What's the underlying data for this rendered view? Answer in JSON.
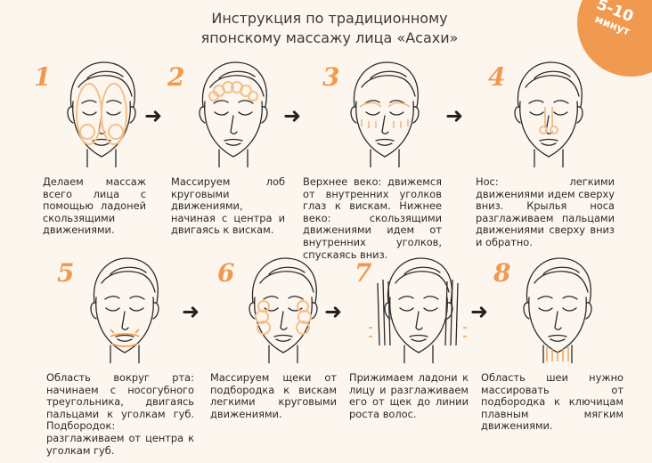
{
  "title": {
    "line1": "Инструкция по традиционному",
    "line2": "японскому массажу лица «Асахи»"
  },
  "badge": {
    "number": "5-10",
    "unit": "минут"
  },
  "colors": {
    "accent": "#ef9a4f",
    "ink": "#2a2a2a",
    "background": "#fdf6ef"
  },
  "steps": [
    {
      "num": "1",
      "text": "Делаем массаж всего лица с помощью ладоней скользящими движениями."
    },
    {
      "num": "2",
      "text": "Массируем лоб круговыми движениями, начиная с центра и двигаясь к вискам."
    },
    {
      "num": "3",
      "text": "Верхнее веко: движемся от внутренних уголков глаз к вискам. Нижнее веко: скользящими движениями идем от внутренних уголков, спускаясь вниз."
    },
    {
      "num": "4",
      "text": "Нос: легкими движениями идем сверху вниз. Крылья носа разглаживаем пальцами движениями сверху вниз и обратно."
    },
    {
      "num": "5",
      "text": "Область вокруг рта: начинаем с носогубного треугольника, двигаясь пальцами к уголкам губ. Подбородок: разглаживаем от центра к уголкам губ."
    },
    {
      "num": "6",
      "text": "Массируем щеки от подбородка к вискам легкими круговыми движениями."
    },
    {
      "num": "7",
      "text": "Прижимаем ладони к лицу и разглаживаем его от щек до линии роста волос."
    },
    {
      "num": "8",
      "text": "Область шеи нужно массировать от подбородка к ключицам плавным мягким движениями."
    }
  ],
  "arrow_icon": "arrow-right-icon"
}
